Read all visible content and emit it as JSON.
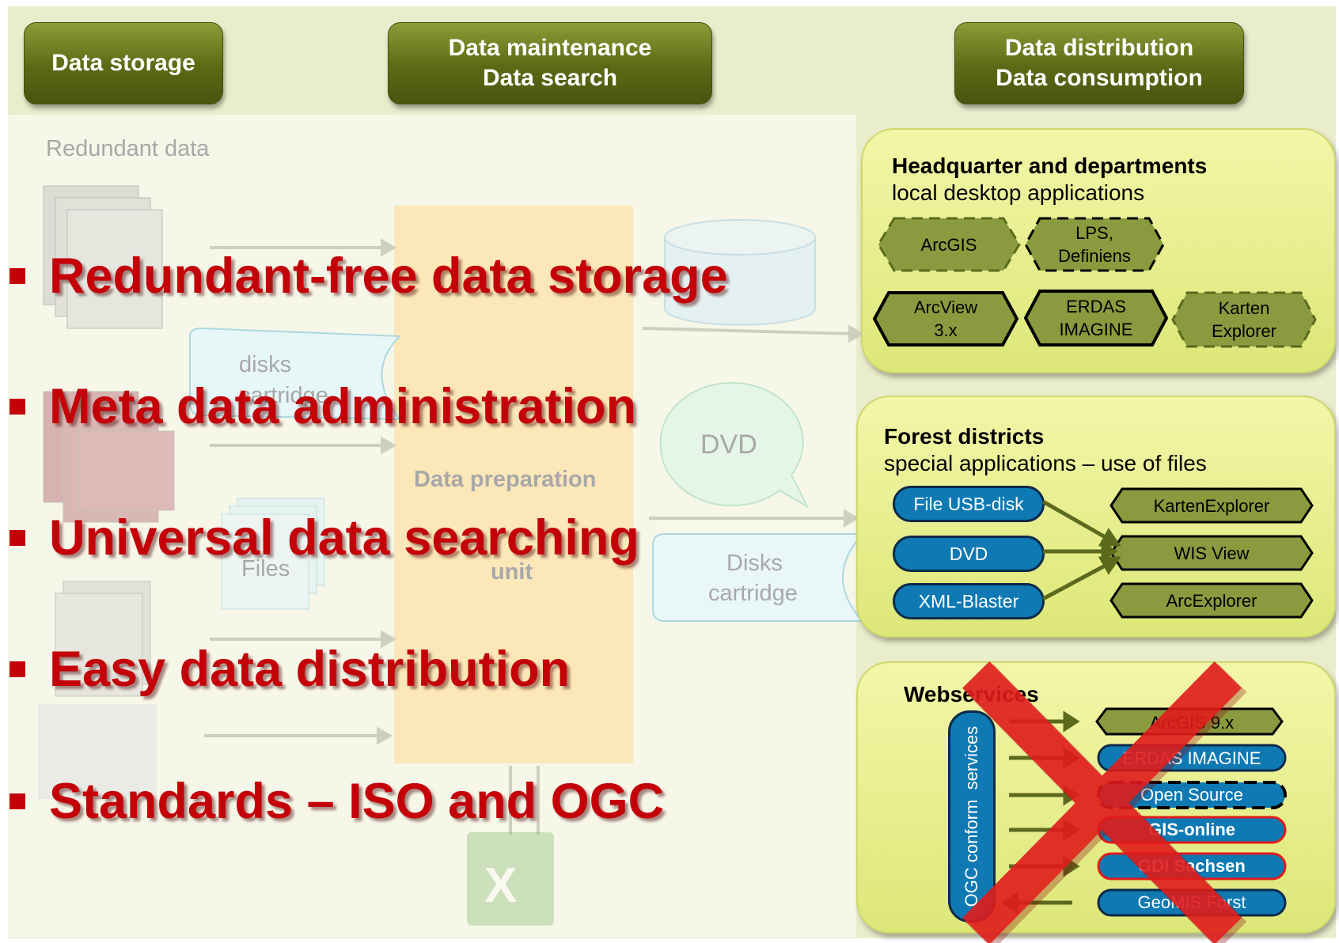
{
  "headers": {
    "storage": "Data storage",
    "maintenance_line1": "Data maintenance",
    "maintenance_line2": "Data search",
    "distribution_line1": "Data distribution",
    "distribution_line2": "Data consumption"
  },
  "background": {
    "redundant_data": "Redundant data",
    "disks_cartridge_left_1": "disks",
    "disks_cartridge_left_2": "cartridge",
    "files": "Files",
    "dvd": "DVD",
    "data_preparation": "Data preparation",
    "unit": "unit",
    "disks_right_1": "Disks",
    "disks_right_2": "cartridge"
  },
  "bullets": [
    "Redundant-free data storage",
    "Meta data administration",
    "Universal data searching",
    "Easy data distribution",
    "Standards – ISO and OGC"
  ],
  "panel_headquarter": {
    "title": "Headquarter and departments",
    "subtitle": "local desktop applications",
    "apps": [
      "ArcGIS",
      "LPS,|Definiens",
      "ArcView|3.x",
      "ERDAS|IMAGINE",
      "Karten|Explorer"
    ]
  },
  "panel_forest": {
    "title": "Forest districts",
    "subtitle": "special applications – use of files",
    "sources": [
      "File USB-disk",
      "DVD",
      "XML-Blaster"
    ],
    "viewers": [
      "KartenExplorer",
      "WIS View",
      "ArcExplorer"
    ]
  },
  "panel_web": {
    "title": "Webservices",
    "side_label": "OGC conform  services",
    "clients": [
      "ArcGIS 9.x",
      "ERDAS IMAGINE",
      "Open Source",
      "GIS-online",
      "GDI Sachsen",
      "GeoMIS Forst"
    ]
  },
  "colors": {
    "header_green": "#5a6a14",
    "bullet_red": "#c40009",
    "pill_blue": "#0e79b3",
    "hex_green": "#8a9a3e",
    "cross_red": "#e01b1b"
  }
}
